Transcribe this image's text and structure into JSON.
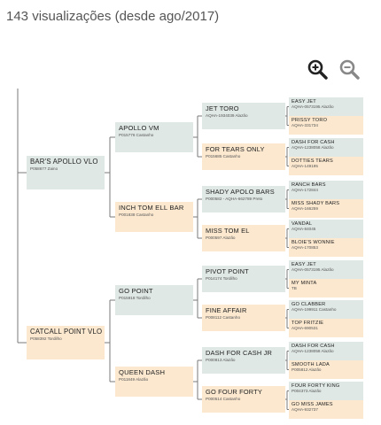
{
  "views_text": "143 visualizações (desde ago/2017)",
  "toolbar": {
    "zoom_in_icon": "zoom-in",
    "zoom_out_icon": "zoom-out"
  },
  "colors": {
    "male": "#dfe8e4",
    "female": "#fbe8cf",
    "line": "#7a7a7a"
  },
  "pedigree": {
    "g1": [
      {
        "name": "BAR'S APOLLO VLO",
        "reg": "P058677 Zaino",
        "sex": "m"
      },
      {
        "name": "CATCALL POINT VLO",
        "reg": "P058392 Tordilho",
        "sex": "f"
      }
    ],
    "g2": [
      {
        "name": "APOLLO VM",
        "reg": "P015776 Castanho",
        "sex": "m"
      },
      {
        "name": "INCH TOM ELL BAR",
        "reg": "P001838 Castanho",
        "sex": "f"
      },
      {
        "name": "GO POINT",
        "reg": "P015918 Tordilho",
        "sex": "m"
      },
      {
        "name": "QUEEN DASH",
        "reg": "P011849 Alazão",
        "sex": "f"
      }
    ],
    "g3": [
      {
        "name": "JET TORO",
        "reg": "AQHA-1934039 Alazão",
        "sex": "m"
      },
      {
        "name": "FOR TEARS ONLY",
        "reg": "P015685 Castanho",
        "sex": "f"
      },
      {
        "name": "SHADY APOLO BARS",
        "reg": "P000582 - AQHA-662789 Preto",
        "sex": "m"
      },
      {
        "name": "MISS TOM EL",
        "reg": "P000597 Alazão",
        "sex": "f"
      },
      {
        "name": "PIVOT POINT",
        "reg": "P014174 Tordilho",
        "sex": "m"
      },
      {
        "name": "FINE AFFAIR",
        "reg": "P008112 Castanho",
        "sex": "f"
      },
      {
        "name": "DASH FOR CASH JR",
        "reg": "P000813 Alazão",
        "sex": "m"
      },
      {
        "name": "GO FOUR FORTY",
        "reg": "P000514 Castanho",
        "sex": "f"
      }
    ],
    "g4": [
      {
        "name": "EASY JET",
        "reg": "AQHA-0573195 Alazão",
        "sex": "m"
      },
      {
        "name": "PRISSY TORO",
        "reg": "AQHA-331734",
        "sex": "f"
      },
      {
        "name": "DASH FOR CASH",
        "reg": "AQHA-1238058 Alazão",
        "sex": "m"
      },
      {
        "name": "DOTTIES TEARS",
        "reg": "AQHA-149195",
        "sex": "f"
      },
      {
        "name": "RANCH BARS",
        "reg": "AQHA-172844",
        "sex": "m"
      },
      {
        "name": "MISS SHADY BARS",
        "reg": "AQHA-166259",
        "sex": "f"
      },
      {
        "name": "VANDAL",
        "reg": "AQHA-84045",
        "sex": "m"
      },
      {
        "name": "BLOIE'S WONNIE",
        "reg": "AQHA-170853",
        "sex": "f"
      },
      {
        "name": "EASY JET",
        "reg": "AQHA-0573195 Alazão",
        "sex": "m"
      },
      {
        "name": "MY MINTA",
        "reg": "TB",
        "sex": "f"
      },
      {
        "name": "GO CLABBER",
        "reg": "AQHA-199911 Castanho",
        "sex": "m"
      },
      {
        "name": "TOP FRITZIE",
        "reg": "AQHA-690531",
        "sex": "f"
      },
      {
        "name": "DASH FOR CASH",
        "reg": "AQHA-1238058 Alazão",
        "sex": "m"
      },
      {
        "name": "SMOOTH LADA",
        "reg": "P005812 Alazão",
        "sex": "f"
      },
      {
        "name": "FOUR FORTY KING",
        "reg": "P004373 Alazão",
        "sex": "m"
      },
      {
        "name": "GO MISS JAMES",
        "reg": "AQHA-932737",
        "sex": "f"
      }
    ]
  }
}
